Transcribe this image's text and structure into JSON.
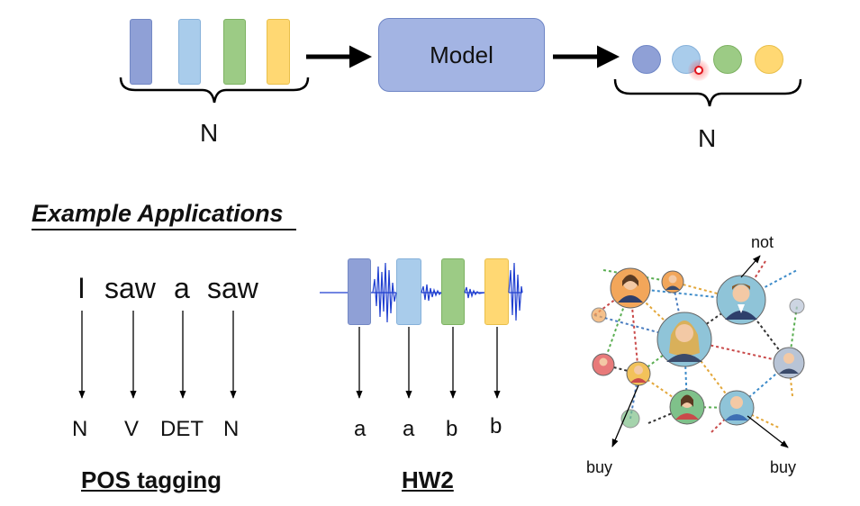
{
  "colors": {
    "blue_dark": "#8FA0D6",
    "blue_light": "#A9CCEB",
    "green": "#9CCB85",
    "yellow": "#FFD873",
    "model_fill": "#A3B4E3",
    "model_border": "#6F86C6",
    "arrow": "#000000"
  },
  "top": {
    "input_count_label": "N",
    "model_label": "Model",
    "output_count_label": "N"
  },
  "section_title": "Example Applications",
  "pos": {
    "words": [
      "I",
      "saw",
      "a",
      "saw"
    ],
    "tags": [
      "N",
      "V",
      "DET",
      "N"
    ],
    "label": "POS tagging"
  },
  "hw2": {
    "outputs": [
      "a",
      "a",
      "b",
      "b"
    ],
    "label": "HW2"
  },
  "network": {
    "labels": {
      "not": "not",
      "buy_left": "buy",
      "buy_right": "buy"
    }
  }
}
